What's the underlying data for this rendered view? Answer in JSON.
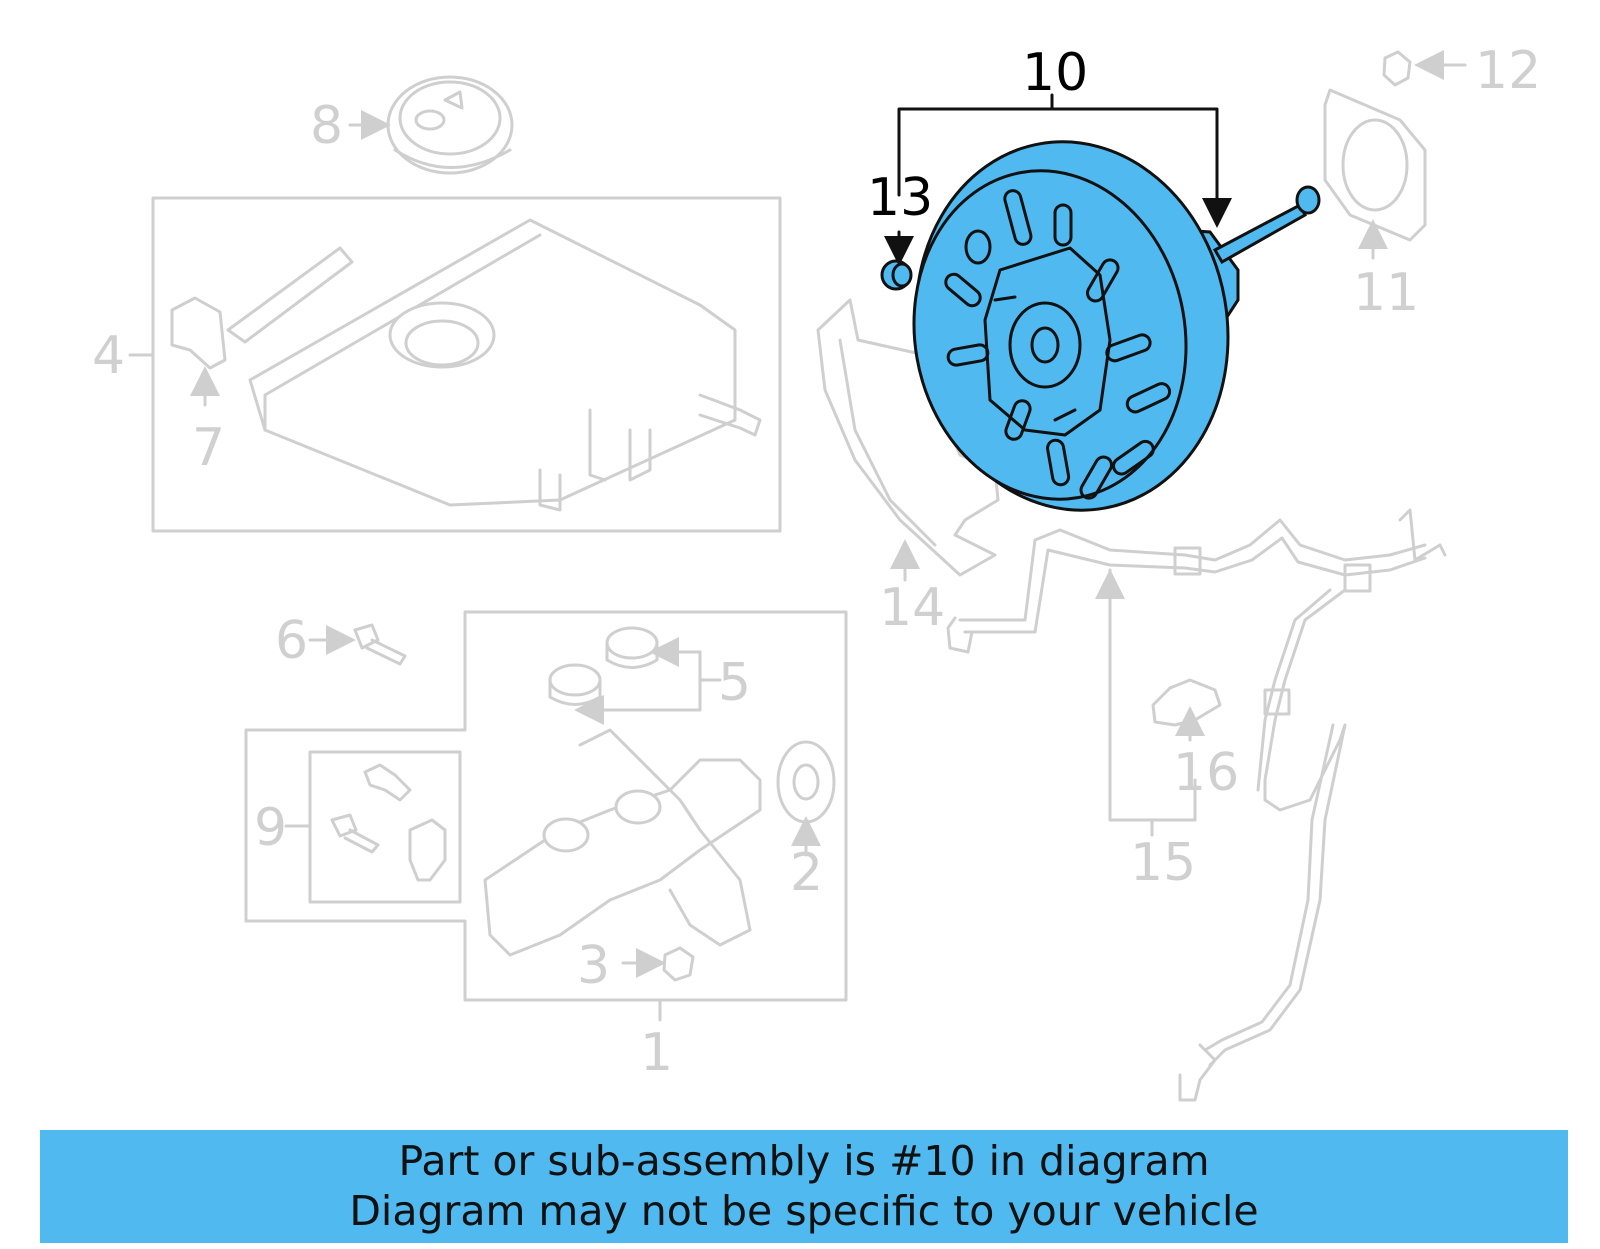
{
  "diagram": {
    "callouts": {
      "c1": "1",
      "c2": "2",
      "c3": "3",
      "c4": "4",
      "c5": "5",
      "c6": "6",
      "c7": "7",
      "c8": "8",
      "c9": "9",
      "c10": "10",
      "c11": "11",
      "c12": "12",
      "c13": "13",
      "c14": "14",
      "c15": "15",
      "c16": "16"
    },
    "highlighted_part": "10",
    "highlight_color": "#4fb9f0",
    "inactive_color": "#cfcfcf"
  },
  "banner": {
    "line1": "Part or sub-assembly is #10 in diagram",
    "line2": "Diagram may not be specific to your vehicle",
    "background": "#4fb9f0"
  }
}
